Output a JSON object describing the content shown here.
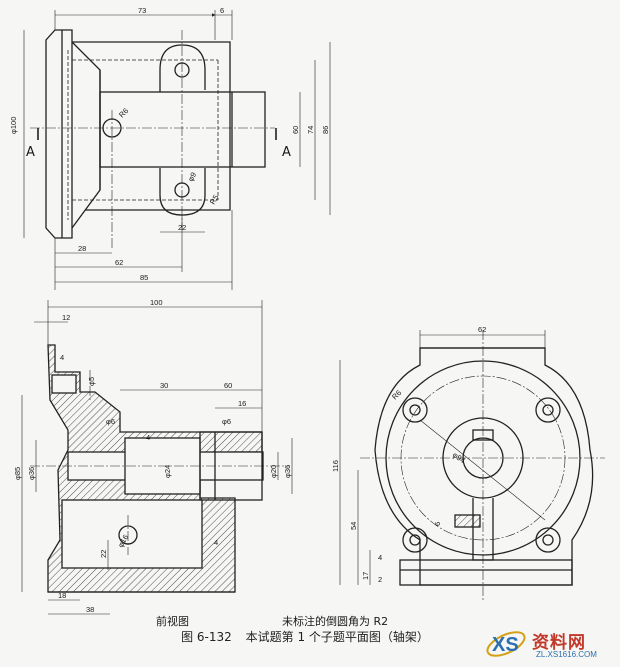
{
  "figure": {
    "number": "图 6-132",
    "title": "本试题第 1 个子题平面图（轴架）",
    "front_view_label": "前视图",
    "note": "未标注的倒圆角为 R2"
  },
  "section_marks": {
    "left": "A",
    "right": "A"
  },
  "top_view": {
    "dims": [
      "73",
      "6",
      "φ100",
      "R6",
      "60",
      "74",
      "86",
      "φ9",
      "R5",
      "22",
      "28",
      "62",
      "85"
    ]
  },
  "front_view": {
    "dims": [
      "100",
      "12",
      "4",
      "φ5",
      "30",
      "60",
      "16",
      "φ6",
      "φ6",
      "4",
      "φ85",
      "φ36",
      "φ24",
      "φ20",
      "φ36",
      "φ16",
      "22",
      "4",
      "18",
      "38"
    ]
  },
  "side_view": {
    "dims": [
      "62",
      "R6",
      "φ94",
      "116",
      "54",
      "6",
      "4",
      "17",
      "2"
    ]
  },
  "watermark": {
    "brand": "资料网",
    "url": "ZL.XS1616.COM"
  }
}
